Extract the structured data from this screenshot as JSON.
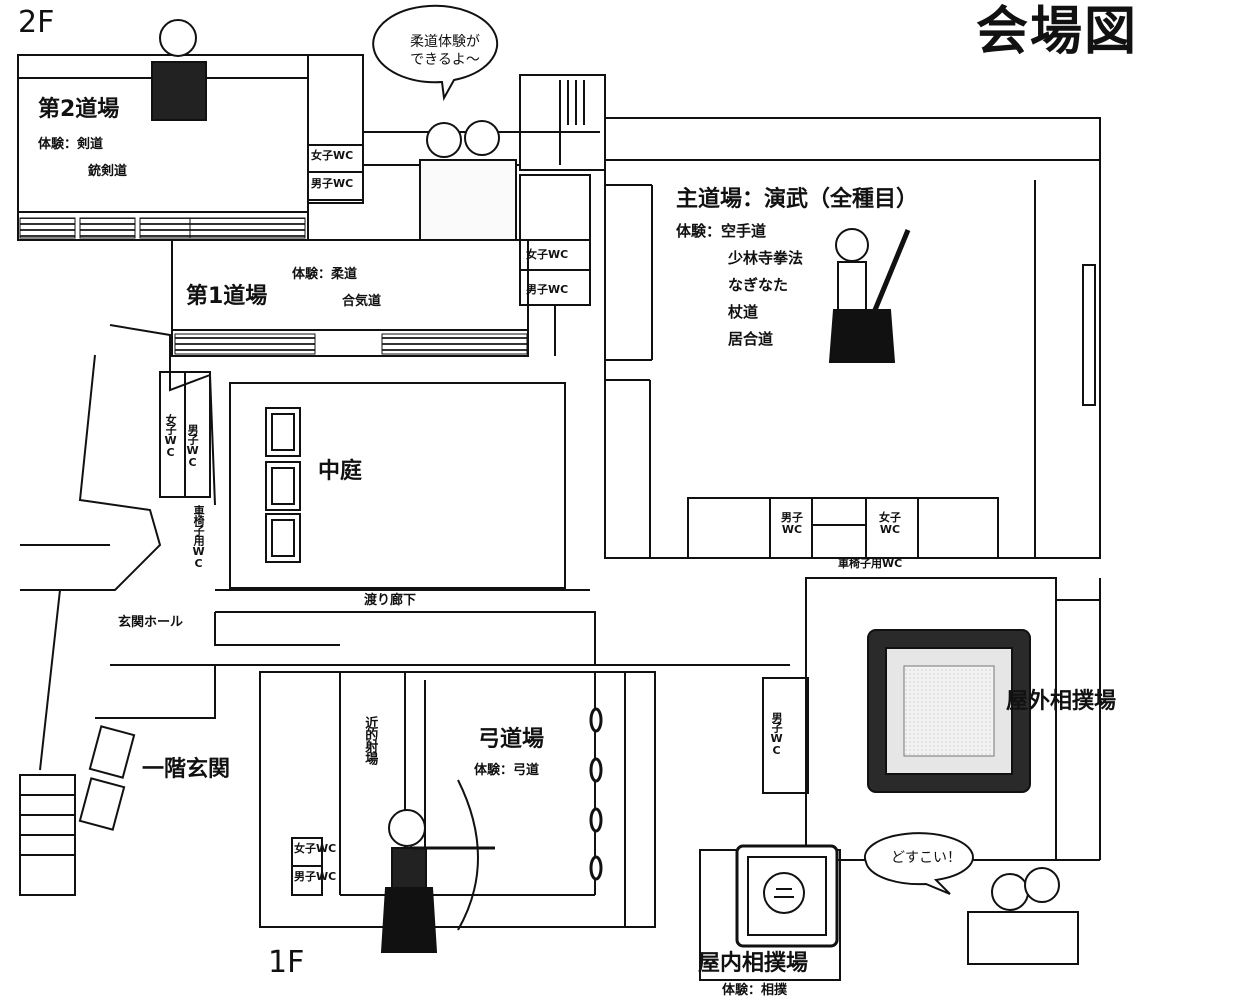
{
  "title": "会場図",
  "floors": {
    "upper": "2F",
    "lower": "1F"
  },
  "rooms": {
    "dojo2": {
      "name": "第2道場",
      "exp1": "体験：剣道",
      "exp2": "銃剣道"
    },
    "dojo1": {
      "name": "第1道場",
      "exp1": "体験：柔道",
      "exp2": "合気道"
    },
    "main": {
      "name": "主道場：演武（全種目）",
      "exp_items": [
        "体験：空手道",
        "少林寺拳法",
        "なぎなた",
        "杖道",
        "居合道"
      ]
    },
    "courtyard": "中庭",
    "corridor": "渡り廊下",
    "entrance_hall": "玄関ホール",
    "entrance": "一階玄関",
    "kyudo": {
      "name": "弓道場",
      "exp": "体験：弓道",
      "range": "近的射場"
    },
    "outdoor_sumo": "屋外相撲場",
    "indoor_sumo": {
      "name": "屋内相撲場",
      "exp": "体験：相撲"
    }
  },
  "restrooms": {
    "women": "女子WC",
    "men": "男子WC",
    "wheelchair": "車椅子用WC",
    "women_v": "女子WC",
    "men_v": "男子WC",
    "wheelchair_v": "車椅子用WC"
  },
  "bubbles": {
    "judo": "柔道体験が\nできるよ～",
    "sumo": "どすこい！"
  }
}
